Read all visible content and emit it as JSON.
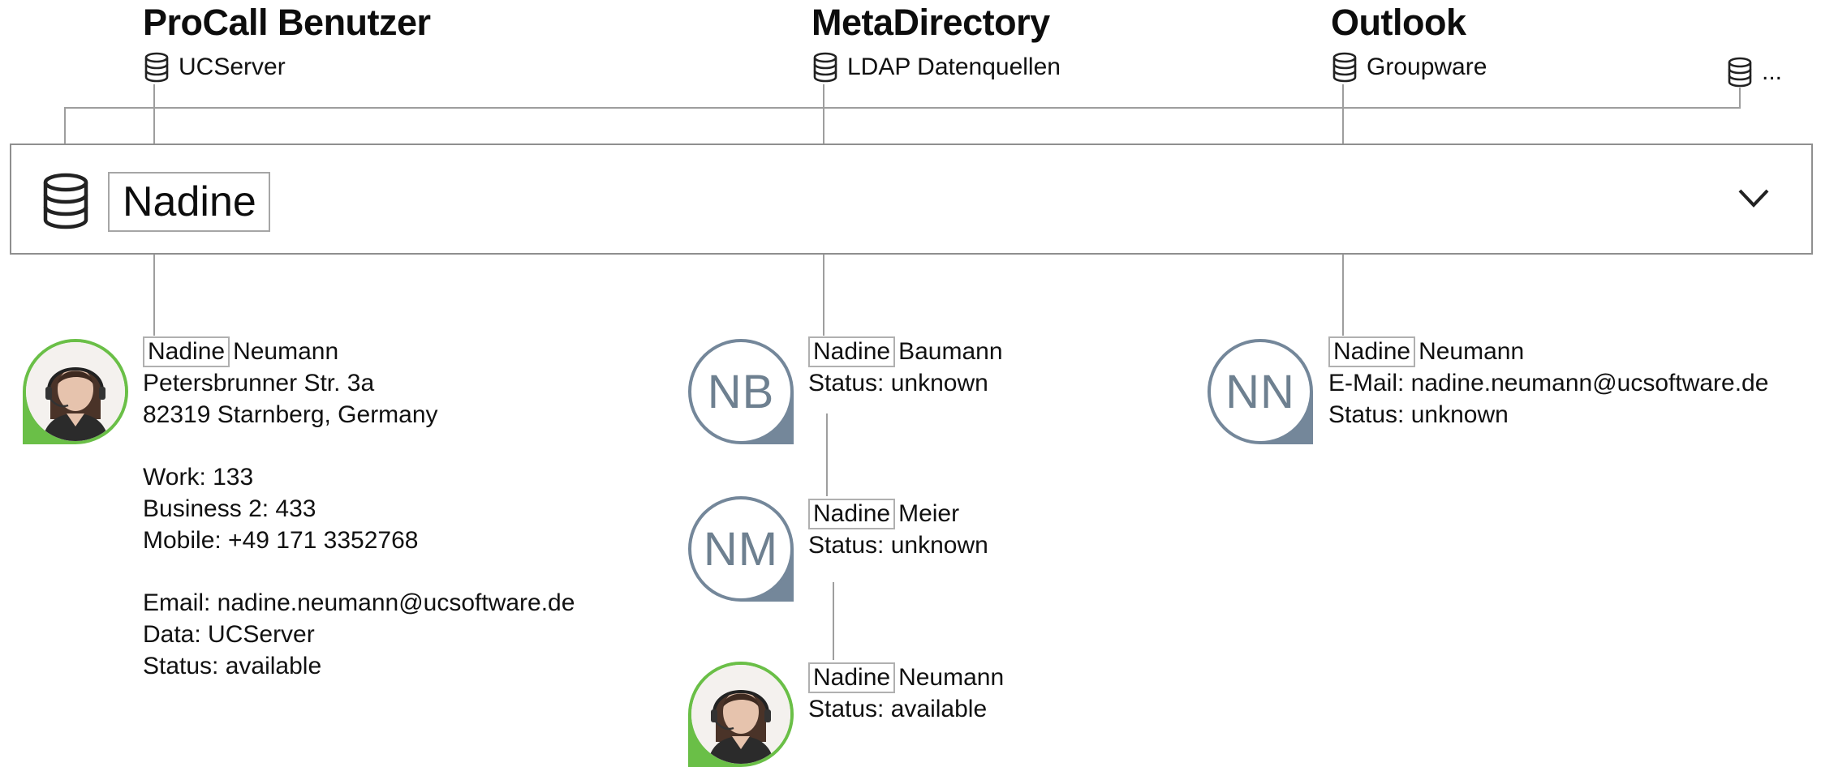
{
  "sources": [
    {
      "title": "ProCall Benutzer",
      "subtitle": "UCServer"
    },
    {
      "title": "MetaDirectory",
      "subtitle": "LDAP Datenquellen"
    },
    {
      "title": "Outlook",
      "subtitle": "Groupware"
    },
    {
      "title": "",
      "subtitle": "..."
    }
  ],
  "search": {
    "value": "Nadine"
  },
  "results": {
    "procall": {
      "match": "Nadine",
      "rest": "Neumann",
      "address1": "Petersbrunner Str. 3a",
      "address2": "82319 Starnberg, Germany",
      "work": "Work: 133",
      "business2": "Business 2: 433",
      "mobile": "Mobile: +49 171 3352768",
      "email": "Email: nadine.neumann@ucsoftware.de",
      "data": "Data: UCServer",
      "status": "Status: available"
    },
    "meta": [
      {
        "initials": "NB",
        "match": "Nadine",
        "rest": "Baumann",
        "status": "Status: unknown"
      },
      {
        "initials": "NM",
        "match": "Nadine",
        "rest": "Meier",
        "status": "Status: unknown"
      },
      {
        "initials": "",
        "match": "Nadine",
        "rest": "Neumann",
        "status": "Status: available"
      }
    ],
    "outlook": {
      "initials": "NN",
      "match": "Nadine",
      "rest": "Neumann",
      "email": "E-Mail: nadine.neumann@ucsoftware.de",
      "status": "Status: unknown"
    }
  },
  "colors": {
    "available": "#6abf47",
    "unknown": "#74879a",
    "connector": "#9e9e9e"
  }
}
